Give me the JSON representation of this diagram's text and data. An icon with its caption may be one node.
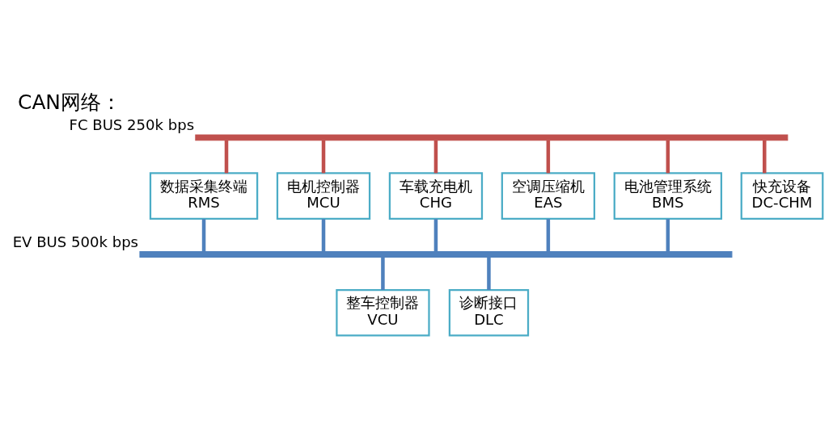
{
  "diagram": {
    "title": "CAN网络：",
    "nodes": [
      {
        "text": [],
        "shape": "bar",
        "beside": [
          "FC BUS 250k bps"
        ]
      },
      {
        "text": [
          "数据采集终端",
          "RMS"
        ]
      },
      {
        "text": [
          "电机控制器",
          "MCU"
        ]
      },
      {
        "text": [
          "车载充电机",
          "CHG"
        ]
      },
      {
        "text": [
          "空调压缩机",
          "EAS"
        ]
      },
      {
        "text": [
          "电池管理系统",
          "BMS"
        ]
      },
      {
        "text": [
          "快充设备",
          "DC-CHM"
        ]
      },
      {
        "text": [],
        "shape": "bar",
        "beside": [
          "EV BUS 500k bps"
        ]
      },
      {
        "text": [
          "整车控制器",
          "VCU"
        ]
      },
      {
        "text": [
          "诊断接口",
          "DLC"
        ]
      }
    ],
    "edges": [
      {
        "from": 0,
        "to": 1,
        "arrow": "none",
        "color": "#c0504d"
      },
      {
        "from": 0,
        "to": 2,
        "arrow": "none",
        "color": "#c0504d"
      },
      {
        "from": 0,
        "to": 3,
        "arrow": "none",
        "color": "#c0504d"
      },
      {
        "from": 0,
        "to": 4,
        "arrow": "none",
        "color": "#c0504d"
      },
      {
        "from": 0,
        "to": 5,
        "arrow": "none",
        "color": "#c0504d"
      },
      {
        "from": 0,
        "to": 6,
        "arrow": "none",
        "color": "#c0504d"
      },
      {
        "from": 1,
        "to": 7,
        "arrow": "none"
      },
      {
        "from": 2,
        "to": 7,
        "arrow": "none"
      },
      {
        "from": 3,
        "to": 7,
        "arrow": "none"
      },
      {
        "from": 4,
        "to": 7,
        "arrow": "none"
      },
      {
        "from": 5,
        "to": 7,
        "arrow": "none"
      },
      {
        "from": 7,
        "to": 8,
        "arrow": "none"
      },
      {
        "from": 7,
        "to": 9,
        "arrow": "none"
      }
    ]
  }
}
